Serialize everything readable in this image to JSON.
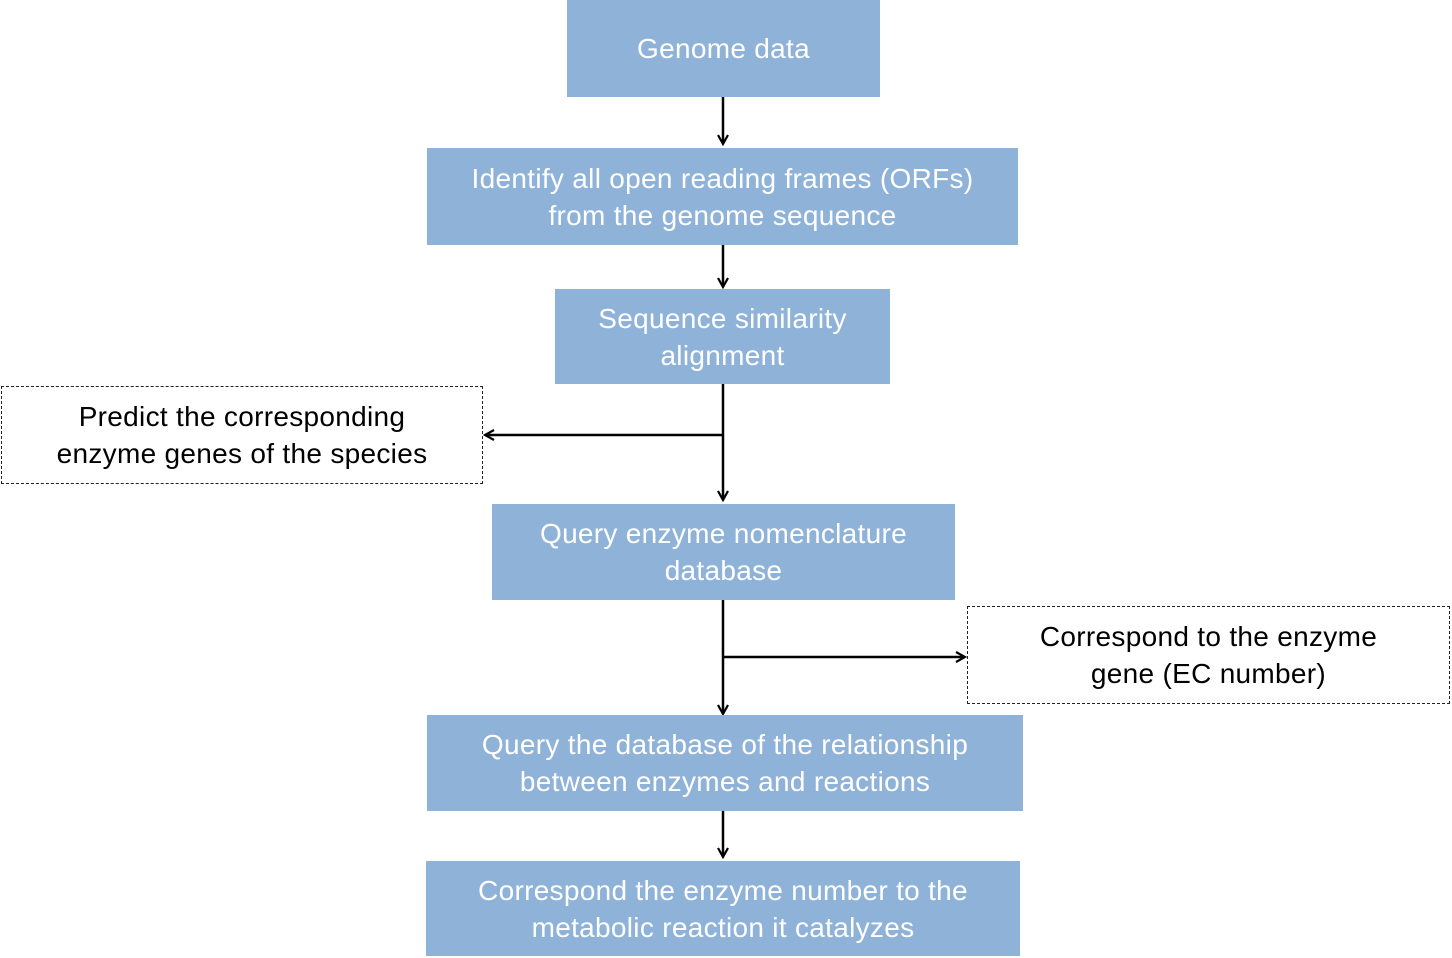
{
  "colors": {
    "step_fill": "#8fb2d9",
    "step_text": "#ffffff",
    "note_text": "#000000",
    "arrow": "#000000"
  },
  "steps": [
    {
      "lines": [
        "Genome data"
      ]
    },
    {
      "lines": [
        "Identify all open reading frames (ORFs)",
        "from the genome sequence"
      ]
    },
    {
      "lines": [
        "Sequence similarity",
        "alignment"
      ]
    },
    {
      "lines": [
        "Query enzyme nomenclature",
        "database"
      ]
    },
    {
      "lines": [
        "Query the database of the relationship",
        "between enzymes and reactions"
      ]
    },
    {
      "lines": [
        "Correspond the enzyme number to the",
        "metabolic reaction it catalyzes"
      ]
    }
  ],
  "notes": [
    {
      "lines": [
        "Predict the corresponding",
        "enzyme genes of the species"
      ]
    },
    {
      "lines": [
        "Correspond to the enzyme",
        "gene (EC number)"
      ]
    }
  ]
}
